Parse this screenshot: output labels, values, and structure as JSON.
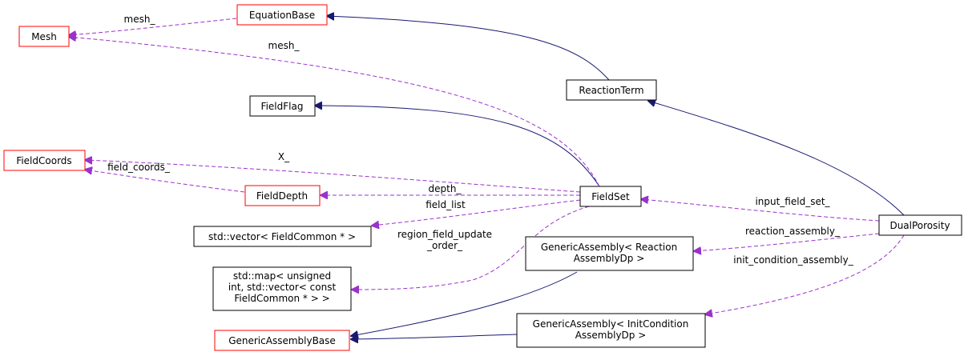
{
  "colors": {
    "inheritance": "#191970",
    "usage": "#9a32cd",
    "incomplete_border": "#ff0000",
    "complete_border": "#000000",
    "highlight_fill": "#bfbfbf"
  },
  "nodes": {
    "equation_base": {
      "lines": [
        "EquationBase"
      ]
    },
    "mesh": {
      "lines": [
        "Mesh"
      ]
    },
    "reaction_term": {
      "lines": [
        "ReactionTerm"
      ]
    },
    "field_flag": {
      "lines": [
        "FieldFlag"
      ]
    },
    "field_coords": {
      "lines": [
        "FieldCoords"
      ]
    },
    "field_depth": {
      "lines": [
        "FieldDepth"
      ]
    },
    "field_set": {
      "lines": [
        "FieldSet"
      ]
    },
    "dual_porosity": {
      "lines": [
        "DualPorosity"
      ]
    },
    "vector_field_common": {
      "lines": [
        "std::vector< FieldCommon * >"
      ]
    },
    "map_unsigned": {
      "lines": [
        "std::map< unsigned",
        "int, std::vector< const",
        "FieldCommon * > >"
      ]
    },
    "generic_assembly_reaction": {
      "lines": [
        "GenericAssembly< Reaction",
        "AssemblyDp >"
      ]
    },
    "generic_assembly_base": {
      "lines": [
        "GenericAssemblyBase"
      ]
    },
    "generic_assembly_init": {
      "lines": [
        "GenericAssembly< InitCondition",
        "AssemblyDp >"
      ]
    }
  },
  "edge_labels": {
    "mesh_from_equation_base": [
      "mesh_"
    ],
    "mesh_from_field_set": [
      "mesh_"
    ],
    "x_coords": [
      "X_"
    ],
    "field_coords": [
      "field_coords_"
    ],
    "depth": [
      "depth_"
    ],
    "field_list": [
      "field_list"
    ],
    "region_field_update_order": [
      "region_field_update",
      "_order_"
    ],
    "input_field_set": [
      "input_field_set_"
    ],
    "reaction_assembly": [
      "reaction_assembly_"
    ],
    "init_condition_assembly": [
      "init_condition_assembly_"
    ]
  }
}
